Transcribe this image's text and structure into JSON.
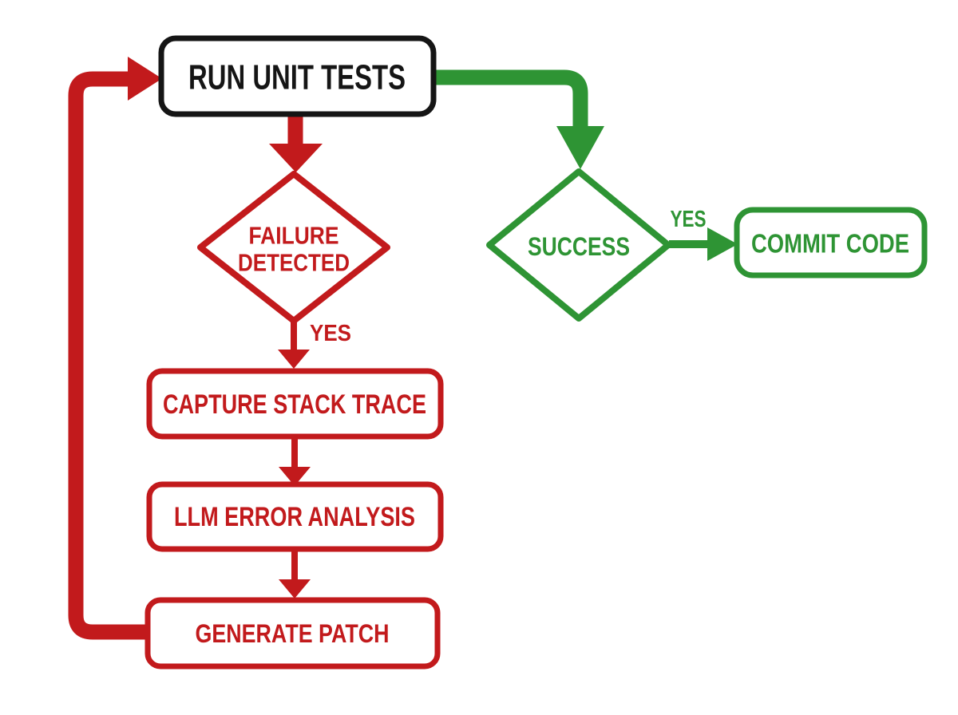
{
  "diagram": {
    "type": "flowchart",
    "background": "#ffffff",
    "colors": {
      "red": "#c21a1c",
      "green": "#2e9434",
      "black": "#151515"
    },
    "nodes": {
      "run_unit_tests": {
        "label": "RUN UNIT TESTS",
        "shape": "rounded-rect",
        "color": "black"
      },
      "failure_detected": {
        "line1": "FAILURE",
        "line2": "DETECTED",
        "shape": "diamond",
        "color": "red"
      },
      "success": {
        "label": "SUCCESS",
        "shape": "diamond",
        "color": "green"
      },
      "commit_code": {
        "label": "COMMIT CODE",
        "shape": "rounded-rect",
        "color": "green"
      },
      "capture_stack_trace": {
        "label": "CAPTURE STACK TRACE",
        "shape": "rounded-rect",
        "color": "red"
      },
      "llm_error_analysis": {
        "label": "LLM ERROR ANALYSIS",
        "shape": "rounded-rect",
        "color": "red"
      },
      "generate_patch": {
        "label": "GENERATE PATCH",
        "shape": "rounded-rect",
        "color": "red"
      }
    },
    "edges": {
      "tests_to_failure": {
        "from": "run_unit_tests",
        "to": "failure_detected",
        "color": "red"
      },
      "tests_to_success": {
        "from": "run_unit_tests",
        "to": "success",
        "color": "green"
      },
      "failure_yes": {
        "from": "failure_detected",
        "to": "capture_stack_trace",
        "label": "YES",
        "color": "red"
      },
      "capture_to_llm": {
        "from": "capture_stack_trace",
        "to": "llm_error_analysis",
        "color": "red"
      },
      "llm_to_generate": {
        "from": "llm_error_analysis",
        "to": "generate_patch",
        "color": "red"
      },
      "success_yes": {
        "from": "success",
        "to": "commit_code",
        "label": "YES",
        "color": "green"
      },
      "loopback": {
        "from": "generate_patch",
        "to": "run_unit_tests",
        "color": "red"
      }
    }
  }
}
